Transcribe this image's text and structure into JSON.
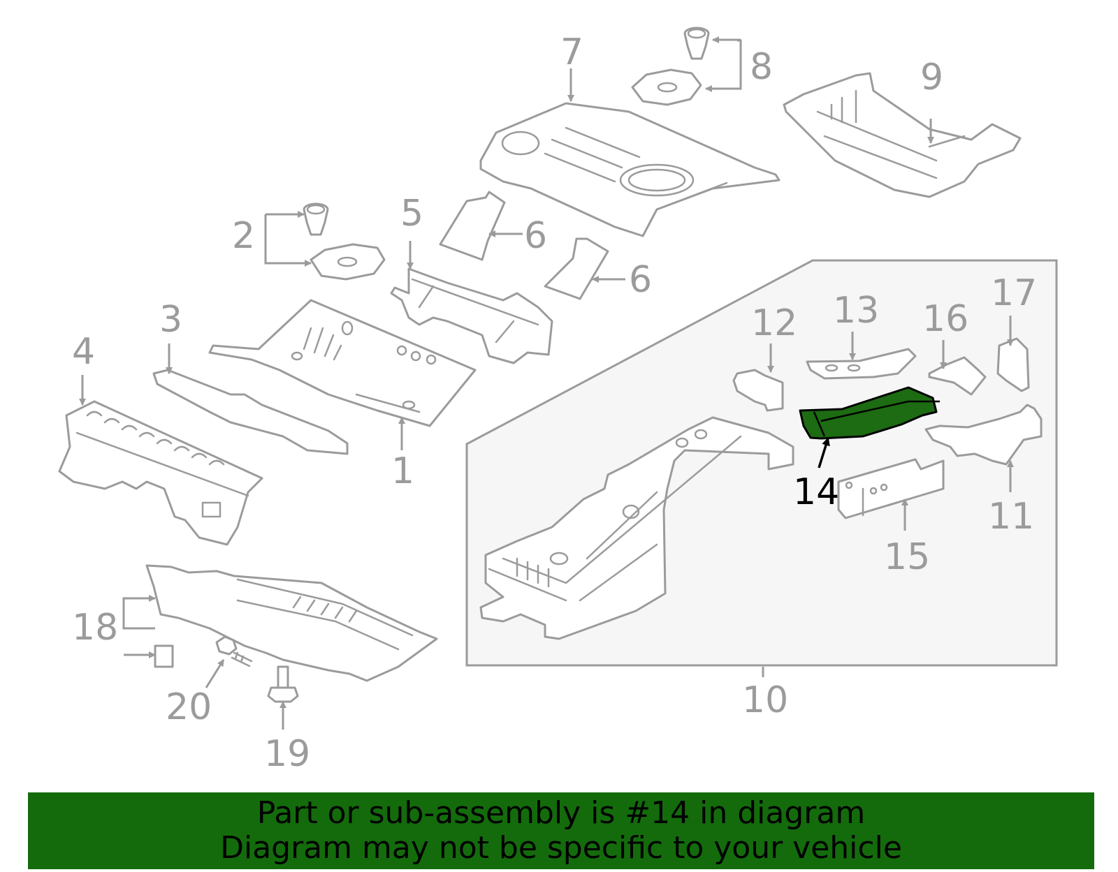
{
  "diagram": {
    "highlight_color": "#1d6b12",
    "line_color": "#9b9b9b",
    "callouts": {
      "c1": "1",
      "c2": "2",
      "c3": "3",
      "c4": "4",
      "c5": "5",
      "c6a": "6",
      "c6b": "6",
      "c7": "7",
      "c8": "8",
      "c9": "9",
      "c10": "10",
      "c11": "11",
      "c12": "12",
      "c13": "13",
      "c14": "14",
      "c15": "15",
      "c16": "16",
      "c17": "17",
      "c18": "18",
      "c19": "19",
      "c20": "20"
    },
    "highlighted_part": "14"
  },
  "banner": {
    "color": "#146b0c",
    "line1": "Part or sub-assembly is #14 in diagram",
    "line2": "Diagram may not be specific to your vehicle"
  }
}
